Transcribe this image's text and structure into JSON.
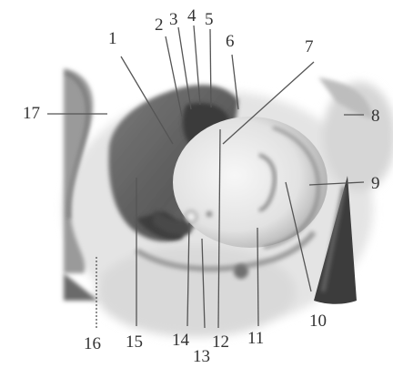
{
  "labels": [
    "1",
    "2",
    "3",
    "4",
    "5",
    "6",
    "7",
    "8",
    "9",
    "10",
    "11",
    "12",
    "13",
    "14",
    "15",
    "16",
    "17"
  ],
  "colors": {
    "tissue_dark": "#5a5a5a",
    "tissue_mid": "#8a8a8a",
    "tissue_light": "#c9c9c9",
    "background": "#ffffff",
    "line": "#555555"
  }
}
